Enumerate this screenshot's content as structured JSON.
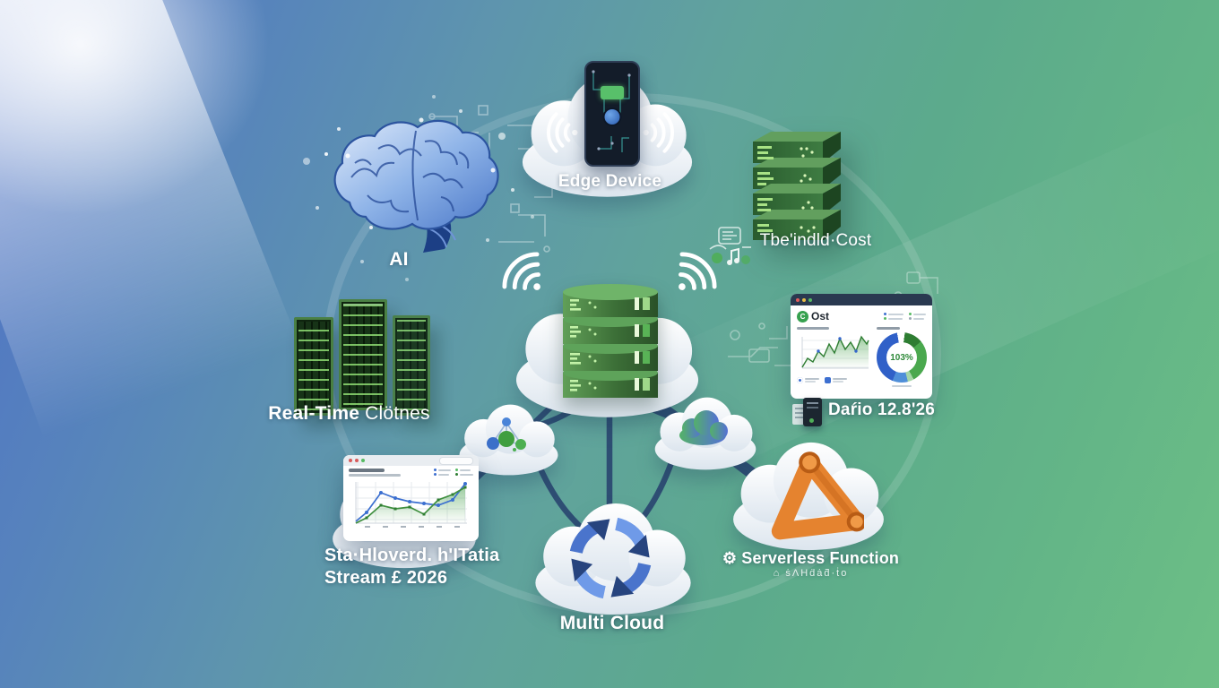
{
  "scene": {
    "ai": {
      "label": "AI"
    },
    "edge_device": {
      "label": "Edge Device"
    },
    "right_servers": {
      "label": "Tbe'indld·Cost"
    },
    "left_servers": {
      "label_bold": "Real-Time",
      "label_rest": " Clötnes"
    },
    "dashboard": {
      "logo_badge": "C",
      "logo_text": "Ost",
      "donut_value": "103%",
      "caption": "Daŕio 12.8'26"
    },
    "stream_window": {
      "caption_line1": "Sta·Hloverd. h'ITatia",
      "caption_line2": "Stream £ 2026"
    },
    "multi_cloud": {
      "label": "Multi Cloud"
    },
    "serverless": {
      "gear_icon": "⚙",
      "label": "Serverless Function",
      "glyph_row": "⌂ ṡΛHḋȧƌ·ṫo"
    }
  },
  "colors": {
    "background_blue": "#4f72c6",
    "background_green": "#6dbf86",
    "server_green": "#3e7c42",
    "connector_navy": "#2d4b72",
    "multi_cloud_blue": "#5b86dd",
    "serverless_orange": "#e5832f",
    "dashboard_header_navy": "#2a3950",
    "logo_green": "#36a14f",
    "donut_blue": "#3060c8",
    "donut_green": "#4aa84e",
    "chart_line_blue": "#3b6fd0",
    "chart_line_green": "#3f8f3f"
  },
  "chart_data": [
    {
      "id": "dashboard-donut",
      "type": "pie",
      "categories": [
        "blue",
        "green",
        "dark-green",
        "light-blue"
      ],
      "values": [
        41,
        33,
        12,
        14
      ],
      "center_label": "103%",
      "legend_position": "right"
    },
    {
      "id": "dashboard-area-chart",
      "type": "area",
      "x": [
        1,
        2,
        3,
        4,
        5,
        6,
        7,
        8,
        9,
        10,
        11,
        12,
        13,
        14
      ],
      "values": [
        10,
        32,
        22,
        48,
        34,
        68,
        42,
        85,
        50,
        72,
        48,
        90,
        66,
        78
      ],
      "title": "",
      "xlabel": "",
      "ylabel": "",
      "ylim": [
        0,
        100
      ],
      "grid": true
    },
    {
      "id": "stream-line-chart",
      "type": "line",
      "x": [
        1,
        2,
        3,
        4,
        5,
        6,
        7,
        8,
        9
      ],
      "series": [
        {
          "name": "blue-series",
          "values": [
            8,
            28,
            72,
            60,
            52,
            48,
            44,
            56,
            92
          ]
        },
        {
          "name": "green-series",
          "values": [
            5,
            18,
            45,
            38,
            42,
            25,
            58,
            68,
            85
          ]
        }
      ],
      "title": "",
      "xlabel": "",
      "ylabel": "",
      "ylim": [
        0,
        100
      ],
      "grid": true
    }
  ]
}
